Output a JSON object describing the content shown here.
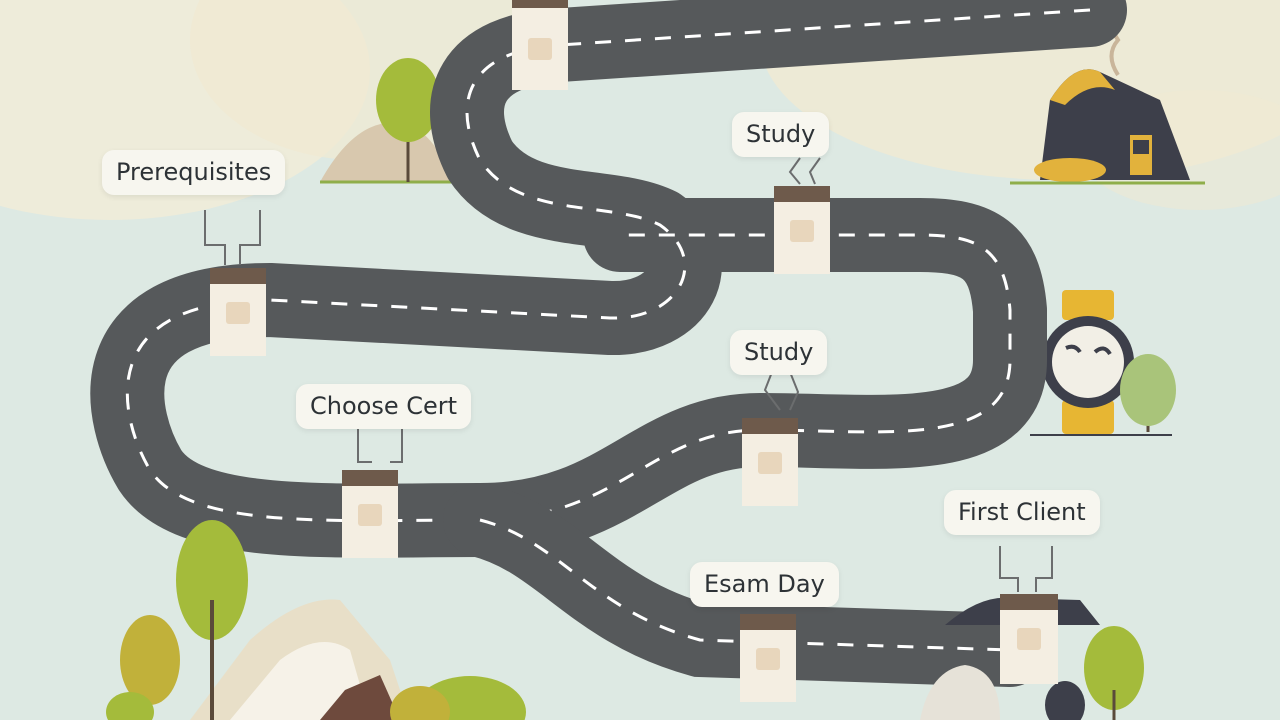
{
  "roadmap": {
    "steps": [
      {
        "label": "Prerequisites"
      },
      {
        "label": "Choose Cert"
      },
      {
        "label": "Study"
      },
      {
        "label": "Study"
      },
      {
        "label": "Esam Day"
      },
      {
        "label": "First Client"
      }
    ]
  },
  "colors": {
    "background": "#dde9e3",
    "road": "#56595b",
    "road_dash": "#ffffff",
    "marker": "#f4eee2",
    "marker_band": "#6e5a4b",
    "marker_icon": "#e8d6bc",
    "label_bg": "#f7f6ef",
    "tree_leaf": "#a4bb3b",
    "mountain": "#e8dfc8",
    "house": "#3d3f4a",
    "house_roof": "#e2b23c",
    "watch_band": "#e7b633"
  }
}
